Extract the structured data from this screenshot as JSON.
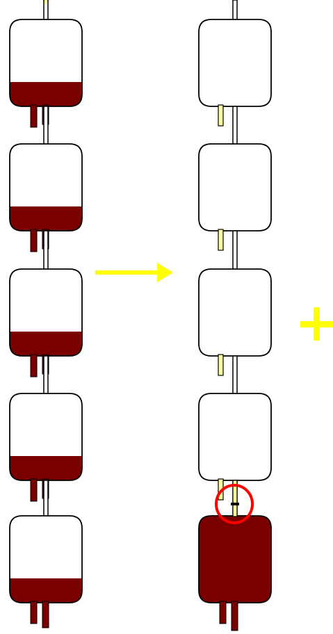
{
  "colors": {
    "blood": "#7a0000",
    "outline": "#000000",
    "yellow_tube": "#ffff99",
    "arrow": "#ffff00",
    "plus": "#ffff00",
    "highlight_circle": "#ff0000",
    "background": "#ffffff"
  },
  "left_column": {
    "bags": [
      {
        "fill_level": 0.28
      },
      {
        "fill_level": 0.28
      },
      {
        "fill_level": 0.28
      },
      {
        "fill_level": 0.28
      },
      {
        "fill_level": 0.28
      }
    ]
  },
  "right_column": {
    "bags": [
      {
        "fill_level": 0.0
      },
      {
        "fill_level": 0.0
      },
      {
        "fill_level": 0.0
      },
      {
        "fill_level": 0.0
      },
      {
        "fill_level": 1.0
      }
    ]
  },
  "symbols": {
    "arrow": "right-arrow-icon",
    "plus": "plus-icon",
    "highlight": "red-circle-highlight-icon"
  }
}
